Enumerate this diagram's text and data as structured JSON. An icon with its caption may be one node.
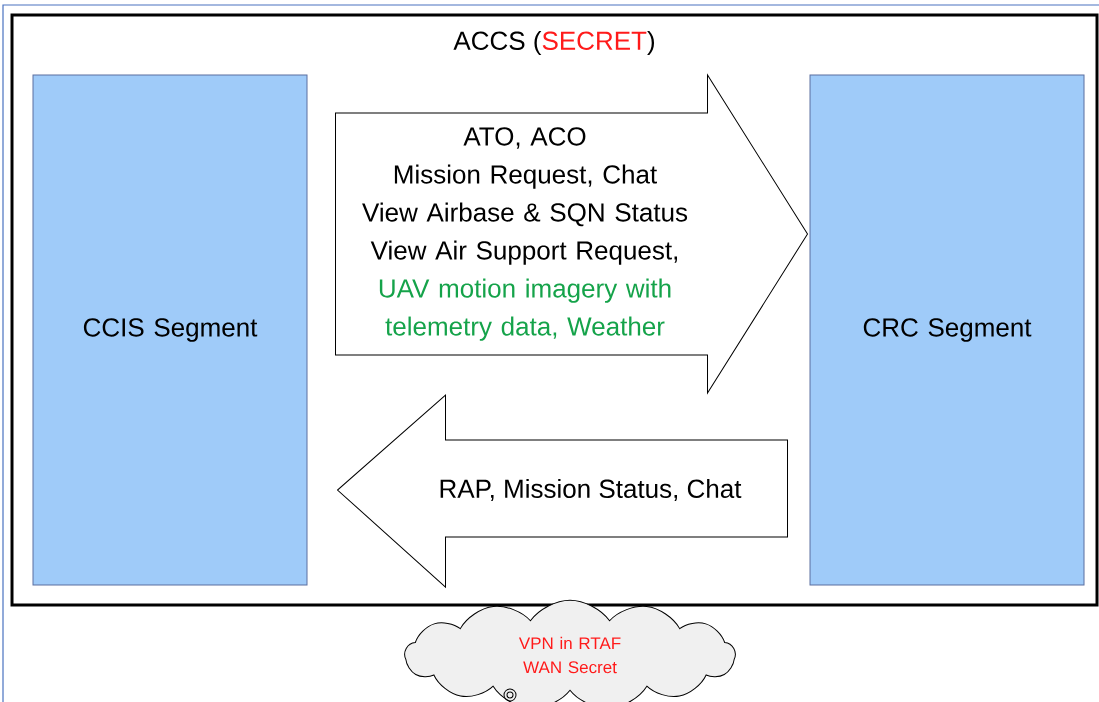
{
  "diagram": {
    "nodes": [
      {
        "text": [
          "ACCS (",
          "SECRET",
          ")"
        ]
      },
      {
        "text": [
          "CCIS Segment"
        ],
        "in": 0
      },
      {
        "text": [
          "CRC Segment"
        ],
        "in": 0
      },
      {
        "text": [
          "ATO, ACO",
          "Mission Request, Chat",
          "View Airbase & SQN Status",
          "View Air Support Request,",
          "UAV motion imagery with telemetry data, Weather"
        ],
        "in": 0
      },
      {
        "text": [
          "RAP, Mission Status, Chat"
        ],
        "in": 0
      },
      {
        "text": [
          "VPN in RTAF WAN Secret"
        ]
      }
    ],
    "edges": [
      {
        "from": 1,
        "to": 2,
        "arrow": "to"
      },
      {
        "from": 2,
        "to": 1,
        "arrow": "to"
      }
    ]
  }
}
